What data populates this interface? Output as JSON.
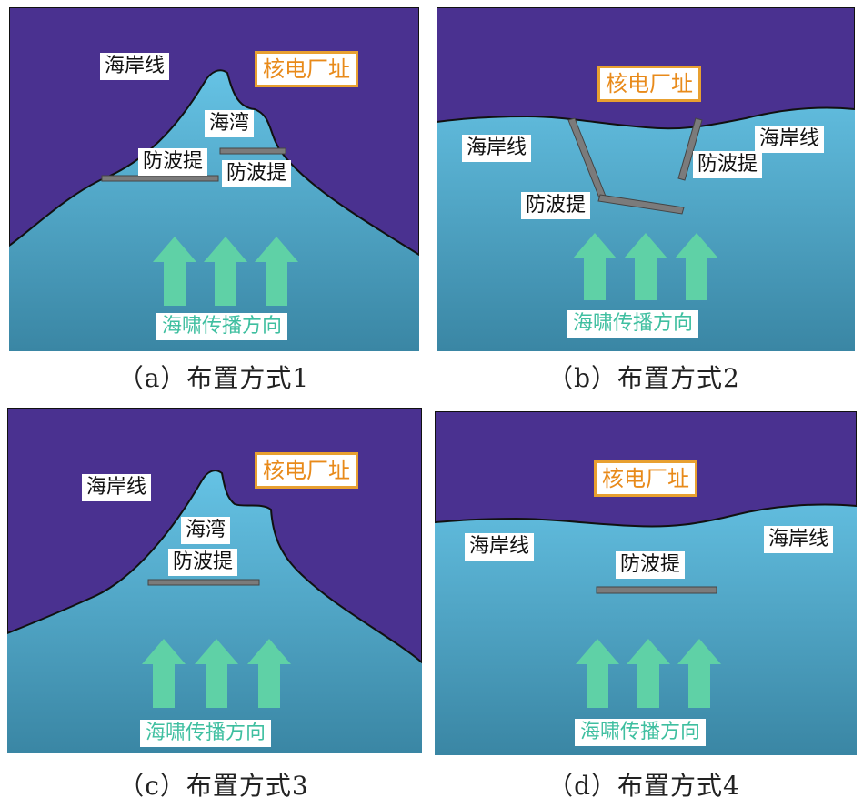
{
  "colors": {
    "land": "#4a3190",
    "sea_top": "#68c9ee",
    "sea_bottom": "#3b8aa8",
    "breakwater": "#7b7b7b",
    "arrow": "#5fd1a6",
    "site_border": "#e8a030",
    "site_text": "#e88a1a",
    "dir_text": "#3fbfa0"
  },
  "labels": {
    "coastline": "海岸线",
    "plant_site": "核电厂址",
    "bay": "海湾",
    "breakwater": "防波提",
    "tsunami_direction": "海啸传播方向"
  },
  "captions": {
    "a": "（a）布置方式1",
    "b": "（b）布置方式2",
    "c": "（c）布置方式3",
    "d": "（d）布置方式4"
  }
}
